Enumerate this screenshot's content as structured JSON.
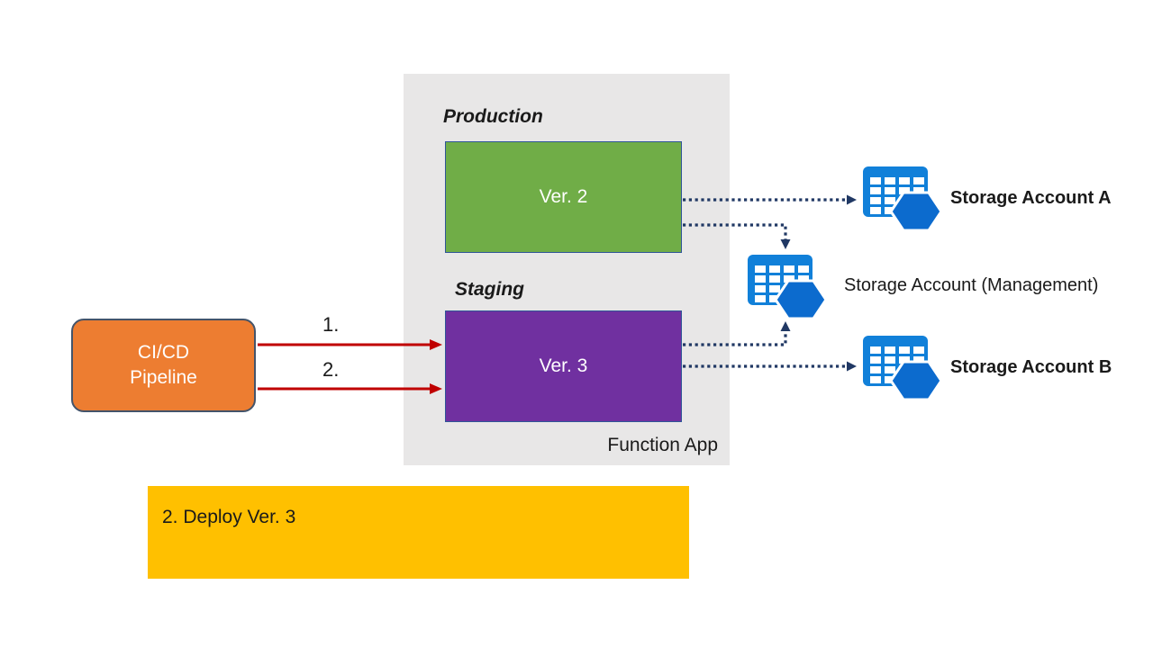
{
  "function_app": {
    "panel_label": "Function App",
    "production_heading": "Production",
    "staging_heading": "Staging",
    "production_slot_label": "Ver. 2",
    "staging_slot_label": "Ver. 3",
    "panel_bg": "#E8E7E7",
    "production_color": "#70AD47",
    "staging_color": "#7030A0",
    "slot_border_color": "#2F5597"
  },
  "pipeline": {
    "label": "CI/CD\nPipeline",
    "fill_color": "#ED7D31",
    "border_color": "#44546A"
  },
  "flow": {
    "step1_label": "1.",
    "step2_label": "2.",
    "deploy_arrow_color": "#C00000",
    "data_arrow_color": "#203864"
  },
  "storage": {
    "accounts": [
      {
        "label": "Storage Account A",
        "emphasis": "bold"
      },
      {
        "label": "Storage Account (Management)",
        "emphasis": "normal"
      },
      {
        "label": "Storage Account B",
        "emphasis": "bold"
      }
    ],
    "icon_table_color": "#1180D9",
    "icon_hex_color": "#0C6BCE"
  },
  "note": {
    "text": "2. Deploy Ver. 3",
    "bg_color": "#FFC000"
  }
}
